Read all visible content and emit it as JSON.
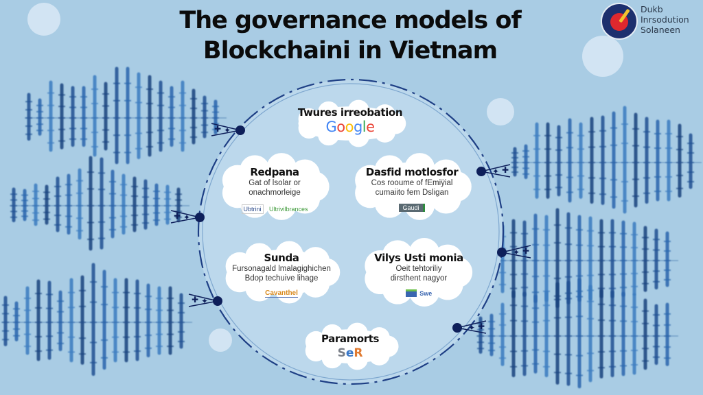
{
  "title": {
    "line1": "The governance models of",
    "line2": "Blockchaini in Vietnam"
  },
  "logo": {
    "icon": "round-badge-icon",
    "lines": [
      "Dukb",
      "Inrsodution",
      "Solaneen"
    ]
  },
  "colors": {
    "background": "#a9cce4",
    "circle_fill": "#bcd8ec",
    "node": "#0e1f5a",
    "pattern": "#1e5a9c",
    "cloud": "#ffffff"
  },
  "diagram": {
    "center_circle": "governance-hub",
    "clouds": [
      {
        "id": "top",
        "heading": "Twures irreobation",
        "logo_text": "Google",
        "logo_icon": "google-logo"
      },
      {
        "id": "upper-left",
        "heading": "Redpana",
        "desc": [
          "Gat of lsolar or",
          "onachmorleige"
        ],
        "logo_text": [
          "Ubtrini",
          "Ultrivilbrances"
        ],
        "logo_icon": "green-tree-logo"
      },
      {
        "id": "upper-right",
        "heading": "Dasfid motlosfor",
        "desc": [
          "Cos rooume of fEmiÿial",
          "cumaiito fem Dsligan"
        ],
        "logo_text": "Gaudi",
        "logo_icon": "dark-badge-logo"
      },
      {
        "id": "lower-left",
        "heading": "Sunda",
        "desc": [
          "Fursonagald lmalagighichen",
          "Bdop techuive lihage"
        ],
        "logo_text": "Cavanthel",
        "logo_icon": "orange-wordmark-logo"
      },
      {
        "id": "lower-right",
        "heading": "Vilys Usti monia",
        "desc": [
          "Oeit tehtoriliy",
          "dirsthent nagyor"
        ],
        "logo_text": "Swe",
        "logo_icon": "green-swoosh-logo"
      },
      {
        "id": "bottom",
        "heading": "Paramorts",
        "logo_text": "SeR",
        "logo_icon": "ser-logo"
      }
    ],
    "nodes": [
      "node-top-left",
      "node-top-right",
      "node-mid-left",
      "node-mid-right",
      "node-low-left",
      "node-low-right"
    ],
    "patterns": [
      "waveform-top-left",
      "waveform-bottom-left",
      "waveform-top-right",
      "waveform-mid-right",
      "waveform-bottom-right"
    ]
  }
}
